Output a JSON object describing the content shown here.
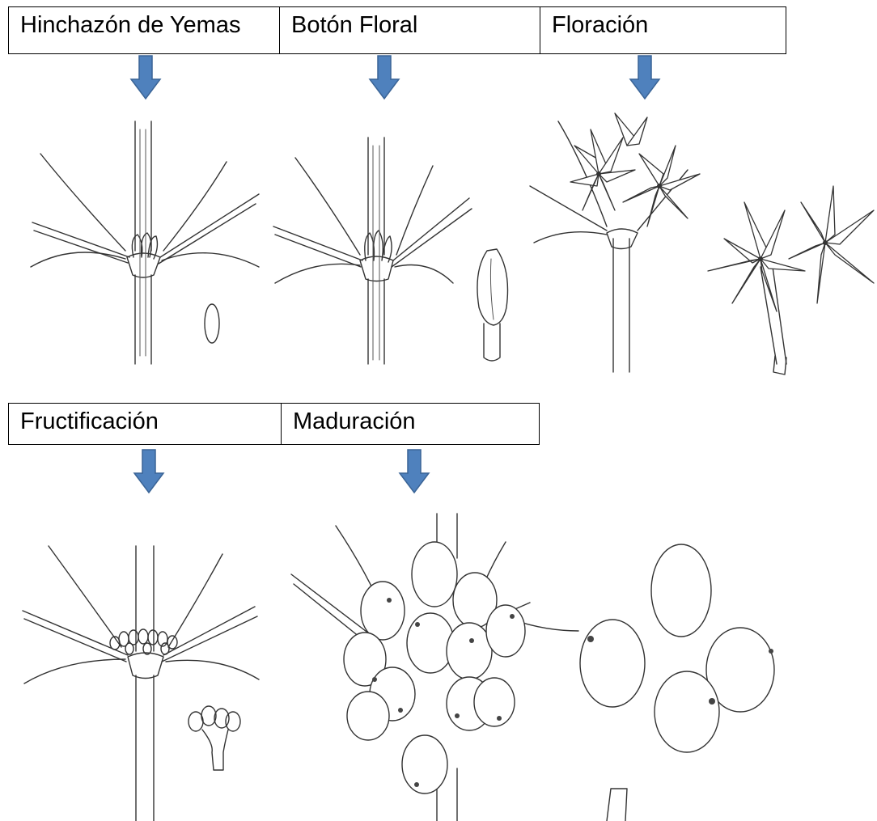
{
  "stages_row1": [
    {
      "label": "Hinchazón de Yemas"
    },
    {
      "label": "Botón Floral"
    },
    {
      "label": "Floración"
    }
  ],
  "stages_row2": [
    {
      "label": "Fructificación"
    },
    {
      "label": "Maduración"
    }
  ],
  "colors": {
    "arrow": "#4f81bd",
    "arrow_outline": "#3a6496",
    "ink": "#333333"
  },
  "icons": {
    "arrow": "down-arrow-icon"
  }
}
